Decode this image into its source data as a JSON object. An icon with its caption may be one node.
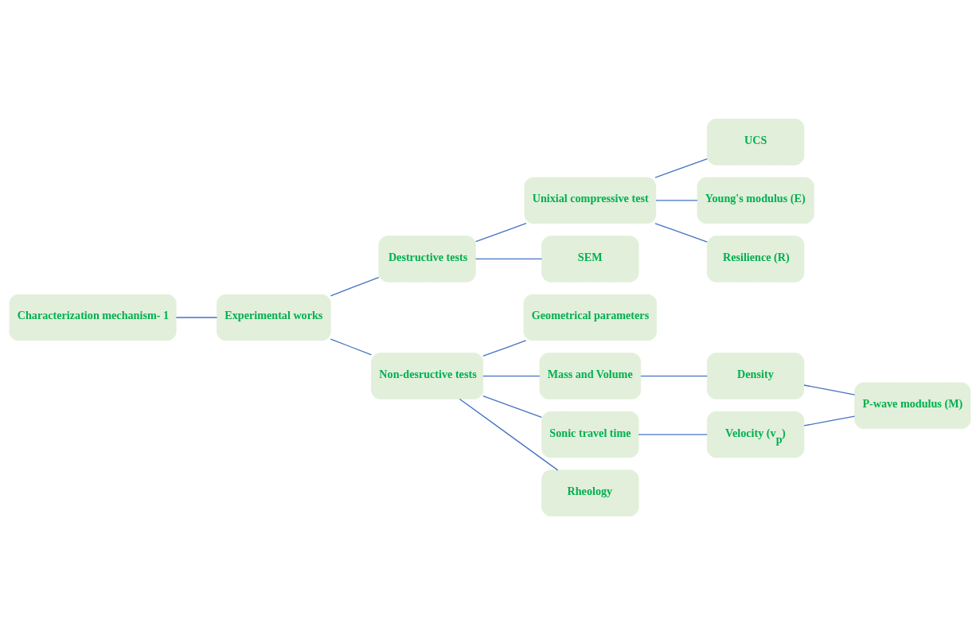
{
  "diagram": {
    "nodes": [
      {
        "text": [
          "Characterization mechanism- 1"
        ]
      },
      {
        "text": [
          "Experimental works"
        ]
      },
      {
        "text": [
          "Destructive tests"
        ]
      },
      {
        "text": [
          "Unixial compressive test"
        ]
      },
      {
        "text": [
          "SEM"
        ]
      },
      {
        "text": [
          "UCS"
        ]
      },
      {
        "text": [
          "Young's modulus (E)"
        ]
      },
      {
        "text": [
          "Resilience (R)"
        ]
      },
      {
        "text": [
          "Non-desructive tests"
        ]
      },
      {
        "text": [
          "Geometrical parameters"
        ]
      },
      {
        "text": [
          "Mass and Volume"
        ]
      },
      {
        "text": [
          "Sonic travel time"
        ]
      },
      {
        "text": [
          "Rheology"
        ]
      },
      {
        "text": [
          "Density"
        ]
      },
      {
        "text": [
          "Velocity (v$_{p}$)"
        ]
      },
      {
        "text": [
          "P-wave modulus (M)"
        ]
      }
    ],
    "edges": [
      {
        "from": 0,
        "to": 1,
        "arrow": "none"
      },
      {
        "from": 1,
        "to": 2,
        "arrow": "none"
      },
      {
        "from": 1,
        "to": 8,
        "arrow": "none"
      },
      {
        "from": 2,
        "to": 3,
        "arrow": "none"
      },
      {
        "from": 2,
        "to": 4,
        "arrow": "none"
      },
      {
        "from": 3,
        "to": 5,
        "arrow": "none"
      },
      {
        "from": 3,
        "to": 6,
        "arrow": "none"
      },
      {
        "from": 3,
        "to": 7,
        "arrow": "none"
      },
      {
        "from": 8,
        "to": 9,
        "arrow": "none"
      },
      {
        "from": 8,
        "to": 10,
        "arrow": "none"
      },
      {
        "from": 8,
        "to": 11,
        "arrow": "none"
      },
      {
        "from": 8,
        "to": 12,
        "arrow": "none"
      },
      {
        "from": 10,
        "to": 13,
        "arrow": "none"
      },
      {
        "from": 11,
        "to": 14,
        "arrow": "none"
      },
      {
        "from": 13,
        "to": 15,
        "arrow": "none"
      },
      {
        "from": 14,
        "to": 15,
        "arrow": "none"
      }
    ]
  }
}
